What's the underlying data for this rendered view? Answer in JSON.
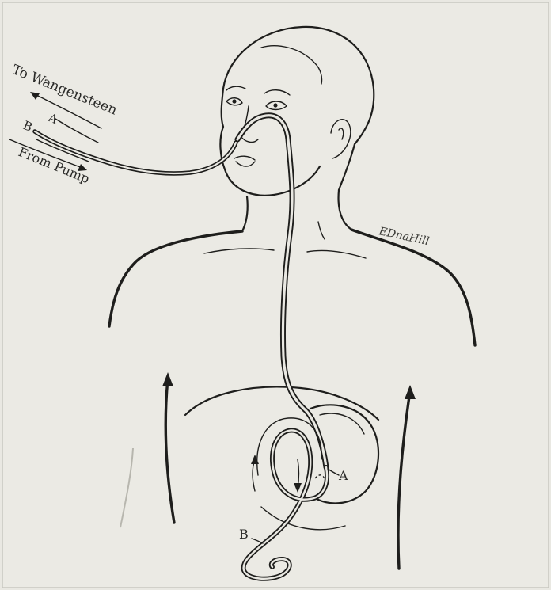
{
  "labels": {
    "to_wangensteen": "To Wangensteen",
    "from_pump": "From Pump",
    "tube_a": "A",
    "tube_b": "B",
    "signature": "EDnaHill"
  },
  "colors": {
    "paper": "#e9e8e2",
    "ink": "#1e1e1c"
  }
}
